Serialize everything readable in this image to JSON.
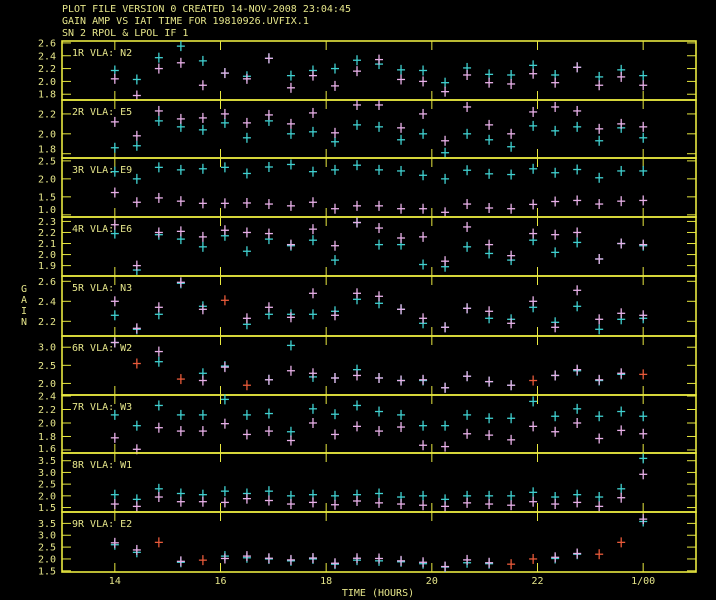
{
  "header": {
    "line1": "PLOT FILE VERSION 0  CREATED 14-NOV-2008 23:04:45",
    "line2": "GAIN AMP VS IAT TIME FOR 19810926.UVFIX.1",
    "line3": "SN 2  RPOL & LPOL  IF 1"
  },
  "colors": {
    "axis": "#e8e840",
    "text": "#e6e68a",
    "rpol": "#40d0d0",
    "lpol": "#e8b0e8",
    "flag": "#e85a3a",
    "bg": "#000000"
  },
  "chart_data": {
    "type": "scatter",
    "xlabel": "TIME (HOURS)",
    "ylabel": "GAIN",
    "xlim": [
      13,
      25
    ],
    "x_ticks": [
      14,
      16,
      18,
      20,
      22,
      24
    ],
    "x_tick_labels": [
      "14",
      "16",
      "18",
      "20",
      "22",
      "1/00"
    ],
    "x_start": 14.0,
    "x_step": 0.4167,
    "legend": [
      "RPOL",
      "LPOL"
    ],
    "panels": [
      {
        "label": "1R VLA: N2",
        "ylim": [
          1.71,
          2.63
        ],
        "ticks": [
          2.6,
          2.4,
          2.2,
          2.0,
          1.8
        ],
        "tick_labels": [
          "2.6",
          "2.4",
          "2.2",
          "2.0",
          "1.8"
        ],
        "rpol": [
          2.17,
          2.03,
          2.37,
          2.55,
          2.32,
          2.13,
          2.08,
          2.36,
          2.09,
          2.17,
          2.2,
          2.33,
          2.27,
          2.18,
          2.17,
          1.98,
          2.21,
          2.11,
          2.1,
          2.25,
          2.1,
          2.22,
          2.07,
          2.18,
          2.09
        ],
        "lpol": [
          2.04,
          1.78,
          2.2,
          2.29,
          1.94,
          2.13,
          2.04,
          2.36,
          1.9,
          2.09,
          1.93,
          2.16,
          2.34,
          2.03,
          2.0,
          1.84,
          2.1,
          1.98,
          1.96,
          2.12,
          1.98,
          2.22,
          1.94,
          2.07,
          1.94
        ],
        "flagged": []
      },
      {
        "label": "2R VLA: E5",
        "ylim": [
          1.757,
          2.34
        ],
        "ticks": [
          2.2,
          2.0,
          1.8
        ],
        "tick_labels": [
          "2.2",
          "2.0",
          "1.8"
        ],
        "rpol": [
          1.86,
          1.88,
          2.13,
          2.07,
          2.04,
          2.11,
          1.96,
          2.13,
          2.0,
          2.02,
          1.92,
          2.09,
          2.07,
          1.94,
          2.0,
          1.81,
          2.0,
          1.94,
          1.87,
          2.08,
          2.03,
          2.07,
          1.93,
          2.06,
          1.96
        ],
        "lpol": [
          2.12,
          1.98,
          2.23,
          2.15,
          2.16,
          2.2,
          2.11,
          2.19,
          2.1,
          2.21,
          2.01,
          2.29,
          2.29,
          2.06,
          2.2,
          1.93,
          2.27,
          2.09,
          2.0,
          2.22,
          2.27,
          2.23,
          2.05,
          2.1,
          2.07
        ],
        "flagged": []
      },
      {
        "label": "3R VLA: E9",
        "ylim": [
          0.94,
          2.58
        ],
        "ticks": [
          2.5,
          2.0,
          1.5,
          1.0
        ],
        "tick_labels": [
          "2.5",
          "2.0",
          "1.5",
          "1.0"
        ],
        "rpol": [
          2.2,
          2.0,
          2.32,
          2.25,
          2.28,
          2.32,
          2.15,
          2.33,
          2.4,
          2.2,
          2.25,
          2.38,
          2.25,
          2.22,
          2.1,
          2.0,
          2.24,
          2.14,
          2.12,
          2.28,
          2.17,
          2.26,
          2.03,
          2.22,
          2.22
        ],
        "lpol": [
          1.62,
          1.35,
          1.47,
          1.38,
          1.32,
          1.32,
          1.33,
          1.3,
          1.25,
          1.35,
          1.17,
          1.25,
          1.25,
          1.17,
          1.17,
          1.07,
          1.3,
          1.19,
          1.17,
          1.29,
          1.37,
          1.4,
          1.3,
          1.38,
          1.4
        ],
        "flagged": []
      },
      {
        "label": "4R VLA: E6",
        "ylim": [
          1.806,
          2.34
        ],
        "ticks": [
          2.3,
          2.2,
          2.1,
          2.0,
          1.9
        ],
        "tick_labels": [
          "2.3",
          "2.2",
          "2.1",
          "2.0",
          "1.9"
        ],
        "rpol": [
          2.19,
          1.86,
          2.18,
          2.14,
          2.07,
          2.17,
          2.03,
          2.14,
          2.08,
          2.13,
          1.95,
          2.29,
          2.09,
          2.09,
          1.91,
          1.89,
          2.07,
          2.01,
          1.95,
          2.13,
          2.02,
          2.11,
          1.96,
          2.1,
          2.08
        ],
        "lpol": [
          2.27,
          1.9,
          2.2,
          2.21,
          2.16,
          2.22,
          2.2,
          2.19,
          2.09,
          2.23,
          2.08,
          2.29,
          2.24,
          2.15,
          2.16,
          1.94,
          2.25,
          2.09,
          1.99,
          2.19,
          2.18,
          2.2,
          1.96,
          2.1,
          2.09
        ],
        "flagged": []
      },
      {
        "label": "5R VLA: N3",
        "ylim": [
          2.053,
          2.653
        ],
        "ticks": [
          2.6,
          2.4,
          2.2
        ],
        "tick_labels": [
          "2.6",
          "2.4",
          "2.2"
        ],
        "rpol": [
          2.26,
          2.12,
          2.27,
          2.58,
          2.35,
          2.41,
          2.17,
          2.27,
          2.27,
          2.27,
          2.3,
          2.42,
          2.38,
          2.32,
          2.18,
          2.14,
          2.33,
          2.23,
          2.22,
          2.34,
          2.19,
          2.35,
          2.12,
          2.22,
          2.23
        ],
        "lpol": [
          2.4,
          2.13,
          2.34,
          2.59,
          2.32,
          2.41,
          2.23,
          2.34,
          2.24,
          2.48,
          2.26,
          2.48,
          2.45,
          2.32,
          2.23,
          2.14,
          2.33,
          2.3,
          2.18,
          2.4,
          2.14,
          2.51,
          2.22,
          2.28,
          2.26
        ],
        "flagged": [
          5
        ]
      },
      {
        "label": "6R VLA: W2",
        "ylim": [
          1.68,
          3.31
        ],
        "ticks": [
          3.0,
          2.5,
          2.0
        ],
        "tick_labels": [
          "3.0",
          "2.5",
          "2.0"
        ],
        "rpol": [
          3.13,
          2.55,
          2.6,
          2.12,
          2.28,
          2.48,
          1.95,
          2.1,
          3.05,
          2.18,
          2.15,
          2.38,
          2.15,
          2.08,
          2.08,
          1.88,
          2.2,
          2.05,
          1.95,
          2.08,
          2.22,
          2.35,
          2.08,
          2.25,
          2.25
        ],
        "lpol": [
          3.13,
          2.55,
          2.88,
          2.12,
          2.08,
          2.45,
          1.95,
          2.1,
          2.35,
          2.28,
          2.15,
          2.22,
          2.15,
          2.08,
          2.1,
          1.88,
          2.2,
          2.05,
          1.95,
          2.08,
          2.22,
          2.38,
          2.1,
          2.28,
          2.25
        ],
        "flagged": [
          1,
          3,
          6,
          19,
          24
        ]
      },
      {
        "label": "7R VLA: W3",
        "ylim": [
          1.555,
          2.415
        ],
        "ticks": [
          2.4,
          2.2,
          2.0,
          1.8,
          1.6
        ],
        "tick_labels": [
          "2.4",
          "2.2",
          "2.0",
          "1.8",
          "1.6"
        ],
        "rpol": [
          2.12,
          1.96,
          2.26,
          2.12,
          2.12,
          2.35,
          2.12,
          2.14,
          1.87,
          2.21,
          2.13,
          2.26,
          2.17,
          2.12,
          1.96,
          1.96,
          2.12,
          2.07,
          2.07,
          2.32,
          2.1,
          2.21,
          2.1,
          2.17,
          2.1
        ],
        "lpol": [
          1.78,
          1.61,
          1.93,
          1.88,
          1.88,
          1.99,
          1.83,
          1.88,
          1.74,
          2.0,
          1.83,
          1.95,
          1.88,
          1.94,
          1.67,
          1.65,
          1.84,
          1.82,
          1.75,
          1.95,
          1.87,
          2.0,
          1.77,
          1.89,
          1.84
        ],
        "flagged": []
      },
      {
        "label": "8R VLA: W1",
        "ylim": [
          1.31,
          3.83
        ],
        "ticks": [
          3.5,
          3.0,
          2.5,
          2.0,
          1.5
        ],
        "tick_labels": [
          "3.5",
          "3.0",
          "2.5",
          "2.0",
          "1.5"
        ],
        "rpol": [
          2.05,
          1.85,
          2.3,
          2.1,
          2.05,
          2.2,
          2.1,
          2.2,
          2.0,
          2.05,
          2.0,
          2.05,
          2.1,
          1.95,
          2.0,
          1.85,
          2.0,
          2.0,
          2.0,
          2.15,
          1.95,
          2.05,
          1.95,
          2.3,
          3.6
        ],
        "lpol": [
          1.65,
          1.55,
          1.95,
          1.75,
          1.75,
          1.72,
          1.88,
          1.8,
          1.65,
          1.72,
          1.62,
          1.78,
          1.7,
          1.65,
          1.6,
          1.55,
          1.7,
          1.65,
          1.6,
          1.75,
          1.65,
          1.72,
          1.55,
          1.92,
          2.92
        ],
        "flagged": []
      },
      {
        "label": "9R VLA: E2",
        "ylim": [
          1.45,
          3.98
        ],
        "ticks": [
          3.5,
          3.0,
          2.5,
          2.0,
          1.5
        ],
        "tick_labels": [
          "3.5",
          "3.0",
          "2.5",
          "2.0",
          "1.5"
        ],
        "rpol": [
          2.6,
          2.28,
          2.7,
          1.86,
          1.95,
          2.12,
          2.05,
          2.0,
          1.92,
          2.0,
          1.78,
          1.95,
          1.92,
          1.88,
          1.8,
          1.66,
          1.84,
          1.8,
          1.78,
          2.0,
          2.02,
          2.2,
          2.2,
          2.7,
          3.58
        ],
        "lpol": [
          2.68,
          2.38,
          2.7,
          1.9,
          1.95,
          2.02,
          2.12,
          2.03,
          1.96,
          2.04,
          1.82,
          2.03,
          2.02,
          1.92,
          1.86,
          1.68,
          1.96,
          1.84,
          1.78,
          2.0,
          2.07,
          2.23,
          2.2,
          2.7,
          3.68
        ],
        "flagged": [
          2,
          4,
          18,
          19,
          22,
          23
        ]
      }
    ]
  }
}
